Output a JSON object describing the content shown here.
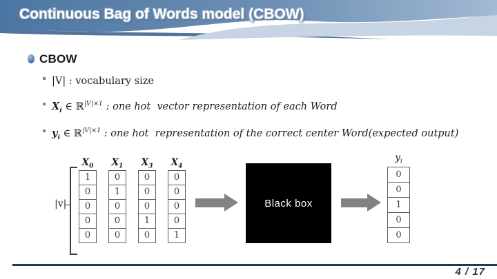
{
  "slide": {
    "title": "Continuous Bag of Words model (CBOW)",
    "page_number": "4 / 17",
    "colors": {
      "header_blue_dark": "#4b76a3",
      "header_blue_light": "#a3bad3",
      "header_band_light": "#c6d4e4",
      "header_stripe_dark": "#54749c",
      "footer_navy": "#1e3a55",
      "arrow_gray": "#828282",
      "black_box_bg": "#000000"
    }
  },
  "content": {
    "heading": "CBOW",
    "bullets": [
      {
        "lead": "|V|",
        "tail": " : vocabulary size"
      },
      {
        "lead": "X",
        "sub": "i",
        "mid": " ∈ ℝ",
        "sup": "|V|×1",
        "tail": " : one hot  vector representation of each Word"
      },
      {
        "lead": "y",
        "sub": "i",
        "mid": " ∈ ℝ",
        "sup": "|V|×1",
        "tail": " : one hot  representation of the correct center Word(expected output)"
      }
    ]
  },
  "diagram": {
    "dimension_label": "|v|",
    "black_box_label": "Black box",
    "input_columns": [
      {
        "label": "X",
        "sub": "0",
        "values": [
          "1",
          "0",
          "0",
          "0",
          "0"
        ]
      },
      {
        "label": "X",
        "sub": "1",
        "values": [
          "0",
          "1",
          "0",
          "0",
          "0"
        ]
      },
      {
        "label": "X",
        "sub": "3",
        "values": [
          "0",
          "0",
          "0",
          "1",
          "0"
        ]
      },
      {
        "label": "X",
        "sub": "4",
        "values": [
          "0",
          "0",
          "0",
          "0",
          "1"
        ]
      }
    ],
    "output_column": {
      "label": "y",
      "sub": "i",
      "values": [
        "0",
        "0",
        "1",
        "0",
        "0"
      ]
    }
  }
}
